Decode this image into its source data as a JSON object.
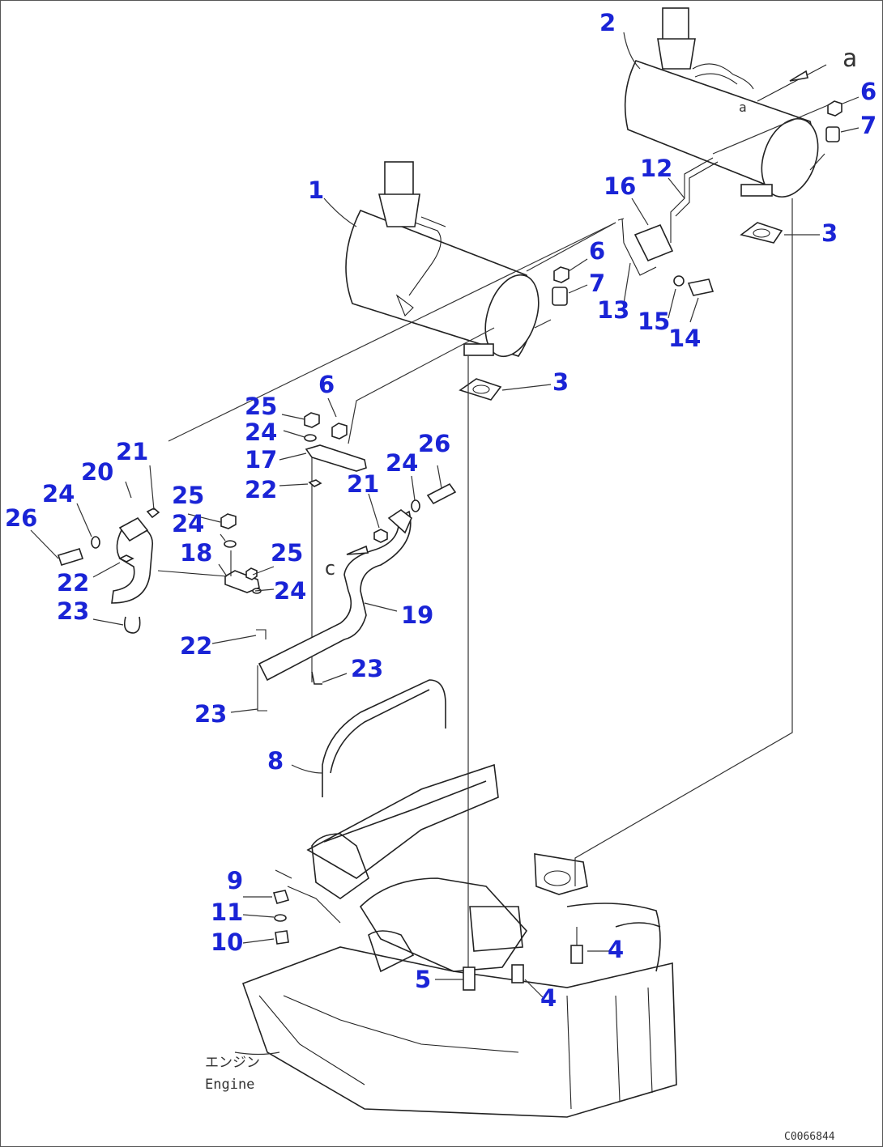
{
  "labels": {
    "l1": "1",
    "l2": "2",
    "l3a": "3",
    "l3b": "3",
    "l4a": "4",
    "l4b": "4",
    "l5": "5",
    "l6a": "6",
    "l6b": "6",
    "l6c": "6",
    "l7a": "7",
    "l7b": "7",
    "l8": "8",
    "l9": "9",
    "l10": "10",
    "l11": "11",
    "l12": "12",
    "l13": "13",
    "l14": "14",
    "l15": "15",
    "l16": "16",
    "l17": "17",
    "l18": "18",
    "l19": "19",
    "l20": "20",
    "l21a": "21",
    "l21b": "21",
    "l22a": "22",
    "l22b": "22",
    "l22c": "22",
    "l23a": "23",
    "l23b": "23",
    "l23c": "23",
    "l24a": "24",
    "l24b": "24",
    "l24c": "24",
    "l24d": "24",
    "l24e": "24",
    "l25a": "25",
    "l25b": "25",
    "l25c": "25",
    "l26a": "26",
    "l26b": "26"
  },
  "refs": {
    "a": "a",
    "c": "c"
  },
  "engine_label": {
    "jp": "エンジン",
    "en": "Engine"
  },
  "drawing_code": "C0066844",
  "colors": {
    "label": "#1a24d6",
    "line": "#222222"
  }
}
